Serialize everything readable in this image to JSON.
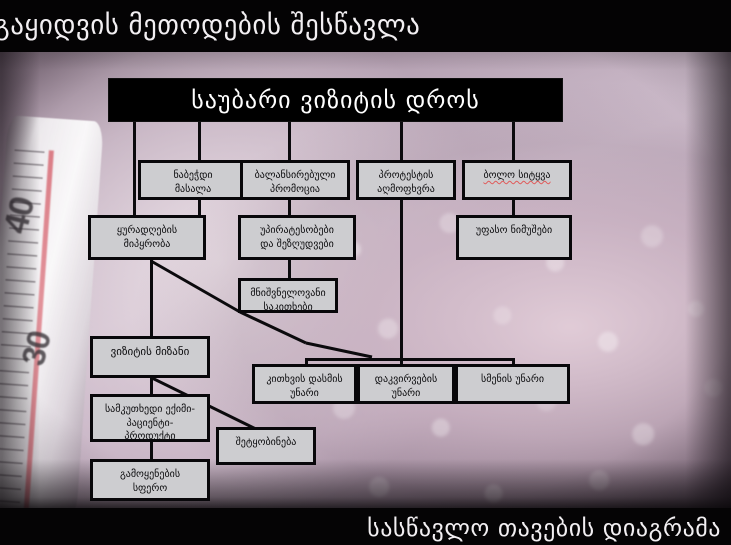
{
  "slide": {
    "heading": "გაყიდვის მეთოდების შესწავლა",
    "footer": "სასწავლო თავების დიაგრამა",
    "title": "საუბარი ვიზიტის დროს",
    "accent_dark": "#000000",
    "node_fill": "#cdcdd0",
    "node_border": "#08070a",
    "spellcheck_color": "#e05a5a",
    "background": {
      "kind": "photo",
      "subject": "thermometer-on-lilac-bokeh",
      "thermometer_marks": [
        "40",
        "30"
      ]
    }
  },
  "nodes": [
    {
      "id": "printed-material",
      "label": "ნაბეჭდი\nმასალა",
      "lines": [
        "ნაბეჭდი",
        "მასალა"
      ]
    },
    {
      "id": "balanced-promotion",
      "label": "ბალანსირებული\nპრომოცია",
      "lines": [
        "ბალანსირებული",
        "პრომოცია"
      ]
    },
    {
      "id": "protest-overcome",
      "label": "პროტესტის\nაღმოფხვრა",
      "lines": [
        "პროტესტის",
        "აღმოფხვრა"
      ]
    },
    {
      "id": "final-word",
      "label": "ბოლო სიტყვა",
      "lines": [
        "ბოლო სიტყვა"
      ],
      "spellcheck": true
    },
    {
      "id": "attention-grab",
      "label": "ყურადღების\nმიპყრობა",
      "lines": [
        "ყურადღების",
        "მიპყრობა"
      ]
    },
    {
      "id": "pros-and-cons",
      "label": "უპირატესობები\nდა  შეზღუდვები",
      "lines": [
        "უპირატესობები",
        "და  შეზღუდვები"
      ]
    },
    {
      "id": "free-samples",
      "label": "უფასო ნიმუშები",
      "lines": [
        "უფასო ნიმუშები"
      ]
    },
    {
      "id": "important-issues",
      "label": "მნიშვნელოვანი\nსაკითხები",
      "lines": [
        "მნიშვნელოვანი",
        "საკითხები"
      ]
    },
    {
      "id": "visit-purpose",
      "label": "ვიზიტის მიზანი",
      "lines": [
        "ვიზიტის მიზანი"
      ]
    },
    {
      "id": "triangle",
      "label": "სამკუთხედი ექიმი-\nპაციენტი-\nპროდუქტი",
      "lines": [
        "სამკუთხედი ექიმი-",
        "პაციენტი-",
        "პროდუქტი"
      ]
    },
    {
      "id": "usage-area",
      "label": "გამოყენების\nსფერო",
      "lines": [
        "გამოყენების",
        "სფერო"
      ]
    },
    {
      "id": "message",
      "label": "შეტყობინება",
      "lines": [
        "შეტყობინება"
      ]
    },
    {
      "id": "questioning-skill",
      "label": "კითხვის დასმის\nუნარი",
      "lines": [
        "კითხვის დასმის",
        "უნარი"
      ]
    },
    {
      "id": "observation-skill",
      "label": "დაკვირვების\nუნარი",
      "lines": [
        "დაკვირვების",
        "უნარი"
      ]
    },
    {
      "id": "listening-skill",
      "label": "სმენის უნარი",
      "lines": [
        "სმენის უნარი"
      ]
    }
  ]
}
